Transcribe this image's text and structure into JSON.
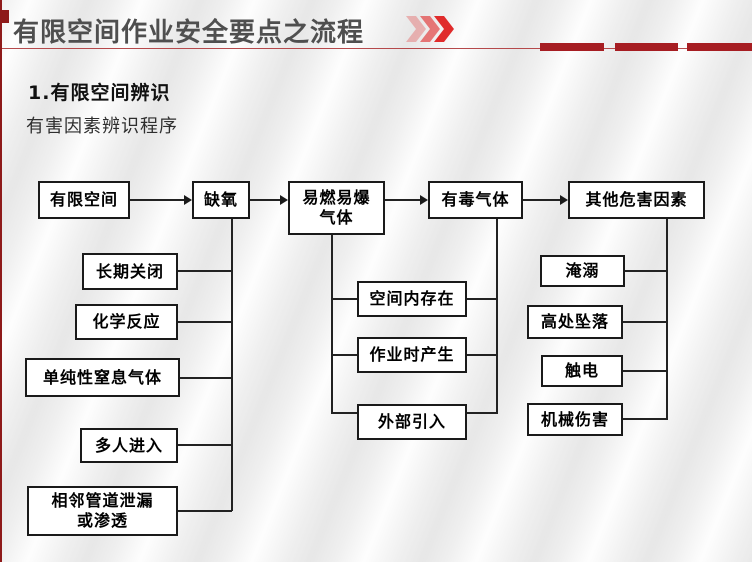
{
  "header": {
    "title": "有限空间作业安全要点之流程"
  },
  "section": {
    "heading": "1.有限空间辨识",
    "subheading": "有害因素辨识程序"
  },
  "flowchart": {
    "main_chain": [
      {
        "label": "有限空间"
      },
      {
        "label": "缺氧"
      },
      {
        "label": "易燃易爆",
        "label2": "气体"
      },
      {
        "label": "有毒气体"
      },
      {
        "label": "其他危害因素"
      }
    ],
    "oxygen_causes": [
      {
        "label": "长期关闭"
      },
      {
        "label": "化学反应"
      },
      {
        "label": "单纯性窒息气体"
      },
      {
        "label": "多人进入"
      },
      {
        "label": "相邻管道泄漏",
        "label2": "或渗透"
      }
    ],
    "gas_sources": [
      {
        "label": "空间内存在"
      },
      {
        "label": "作业时产生"
      },
      {
        "label": "外部引入"
      }
    ],
    "other_hazards": [
      {
        "label": "淹溺"
      },
      {
        "label": "高处坠落"
      },
      {
        "label": "触电"
      },
      {
        "label": "机械伤害"
      }
    ]
  },
  "colors": {
    "accent_dark_red": "#a61d22",
    "edge_strip_red": "#8e1a1a",
    "header_line_red": "#b5494b",
    "chevron_red": "#e02b2b",
    "title_gray": "#4f4f4f",
    "node_border": "#1a1a1a"
  }
}
